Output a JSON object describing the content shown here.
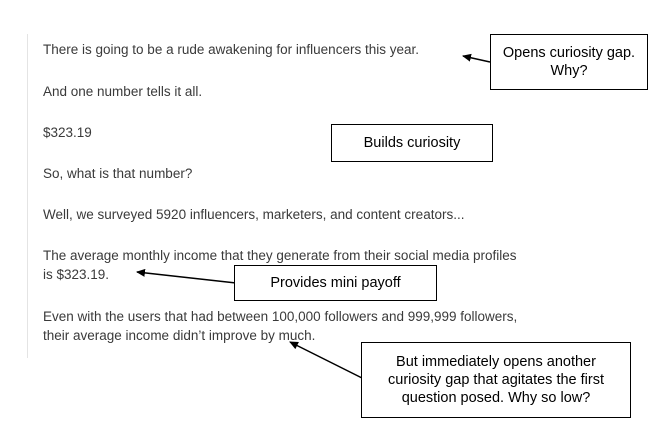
{
  "article": {
    "paragraphs": [
      "There is going to be a rude awakening for influencers this year.",
      "And one number tells it all.",
      "$323.19",
      "So, what is that number?",
      "Well, we surveyed 5920 influencers, marketers, and content creators...",
      "The average monthly income that they generate from their social media profiles",
      "is $323.19.",
      "Even with the users that had between 100,000 followers and 999,999 followers,",
      "their average income didn’t improve by much."
    ]
  },
  "annotations": {
    "curiosity_gap": "Opens curiosity gap. Why?",
    "builds_curiosity": "Builds curiosity",
    "mini_payoff": "Provides mini payoff",
    "another_gap": "But immediately opens another curiosity gap that agitates the first question posed. Why so low?"
  }
}
